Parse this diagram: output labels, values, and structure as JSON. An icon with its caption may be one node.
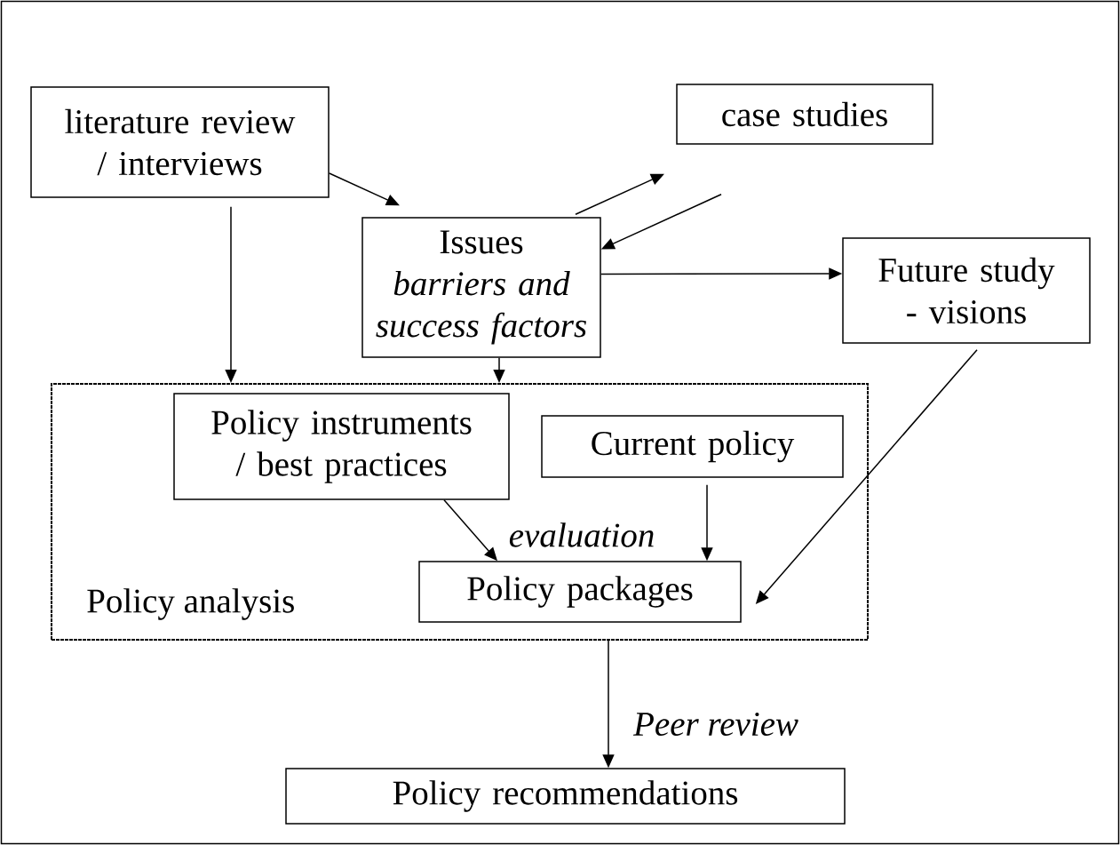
{
  "diagram": {
    "nodes": [
      {
        "text": [
          "literature review / interviews"
        ]
      },
      {
        "text": [
          "case studies"
        ]
      },
      {
        "text": [
          "Issues",
          "barriers and success factors"
        ]
      },
      {
        "text": [
          "Future study - visions"
        ]
      },
      {
        "text": [
          "Policy analysis"
        ]
      },
      {
        "text": [
          "Policy instruments / best practices"
        ],
        "in": 4
      },
      {
        "text": [
          "Current policy"
        ],
        "in": 4
      },
      {
        "text": [
          "Policy packages"
        ],
        "in": 4
      },
      {
        "text": [
          "Policy recommendations"
        ]
      }
    ],
    "edges": [
      {
        "from": 0,
        "to": 2,
        "arrow": "to"
      },
      {
        "from": 0,
        "to": 4,
        "arrow": "to"
      },
      {
        "from": 2,
        "to": 1,
        "arrow": "to"
      },
      {
        "from": 1,
        "to": 2,
        "arrow": "to"
      },
      {
        "from": 2,
        "to": 3,
        "arrow": "to"
      },
      {
        "from": 2,
        "to": 4,
        "arrow": "to"
      },
      {
        "from": 5,
        "to": 7,
        "arrow": "to",
        "label": "evaluation"
      },
      {
        "from": 6,
        "to": 7,
        "arrow": "to"
      },
      {
        "from": 3,
        "to": 7,
        "arrow": "to"
      },
      {
        "from": 4,
        "to": 8,
        "arrow": "to",
        "label": "Peer review"
      }
    ]
  }
}
